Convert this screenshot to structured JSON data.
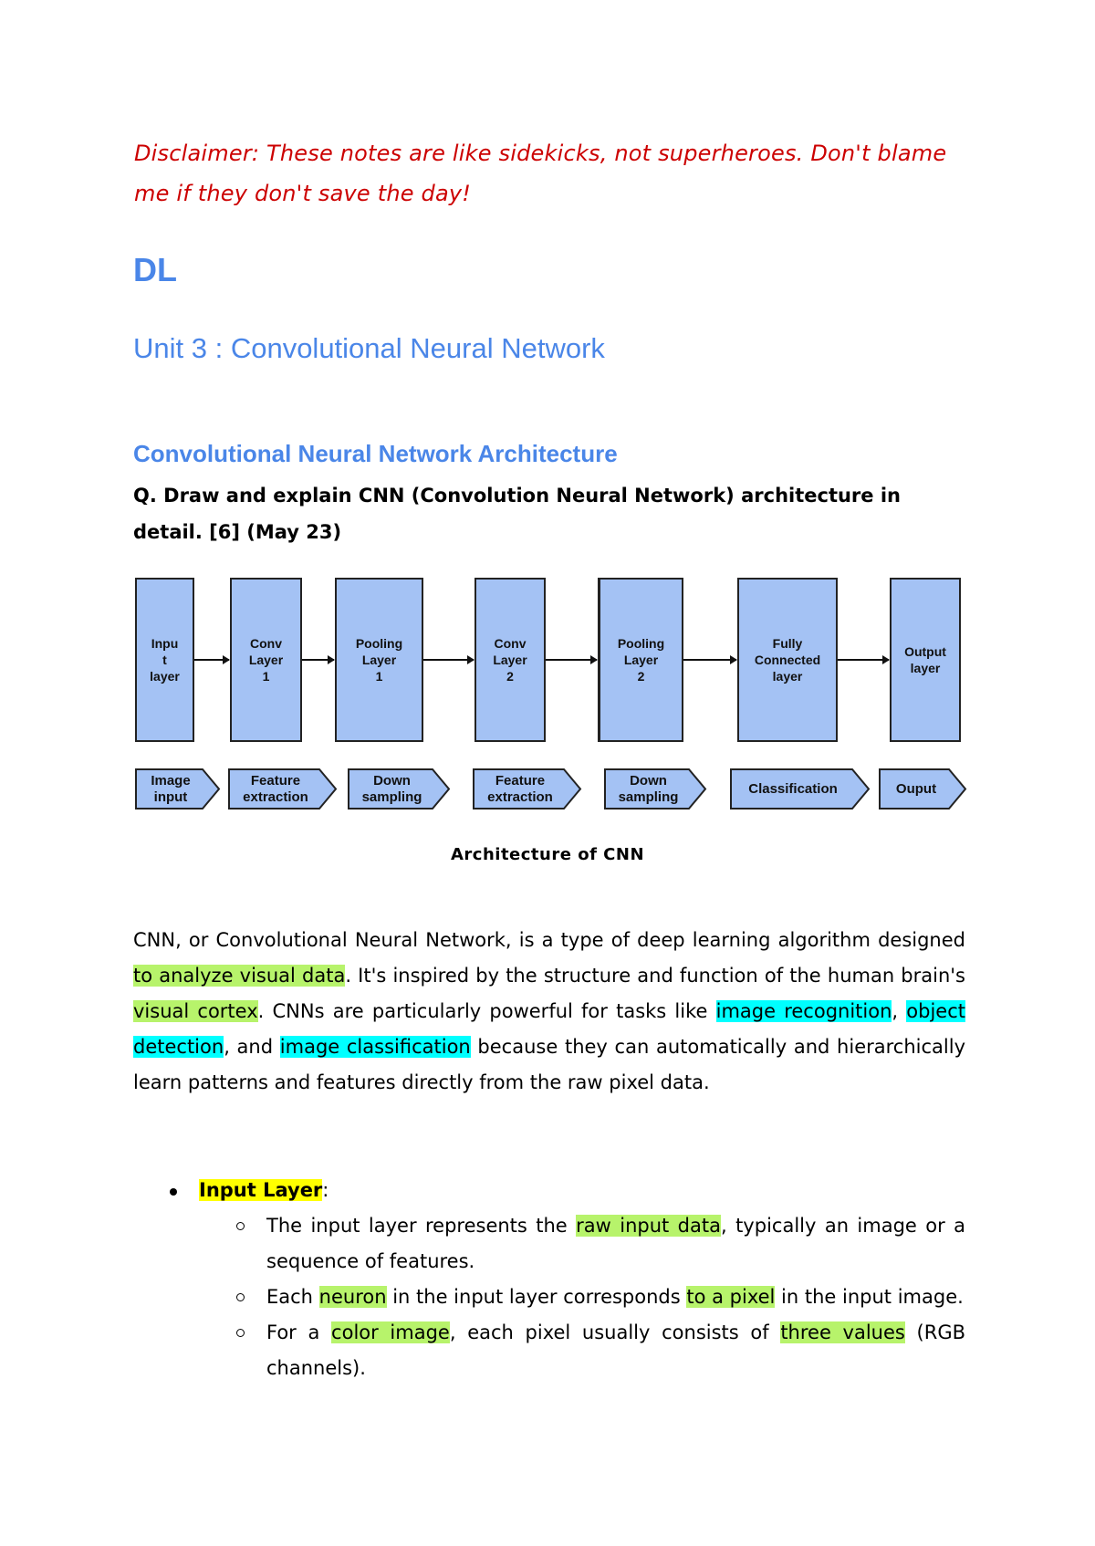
{
  "disclaimer": "Disclaimer: These notes are like sidekicks, not superheroes. Don't blame me if they don't save the day!",
  "title": "DL",
  "unit_heading": "Unit 3 : Convolutional Neural Network",
  "section_heading": "Convolutional Neural Network Architecture",
  "question": "Q. Draw and explain CNN (Convolution Neural Network) architecture in detail. [6] (May 23)",
  "diagram": {
    "layers": [
      {
        "label": "Inpu\nt\nlayer"
      },
      {
        "label": "Conv\nLayer\n1"
      },
      {
        "label": "Pooling\nLayer\n1"
      },
      {
        "label": "Conv\nLayer\n2"
      },
      {
        "label": "Pooling\nLayer\n2"
      },
      {
        "label": "Fully\nConnected\nlayer"
      },
      {
        "label": "Output\nlayer"
      }
    ],
    "stages": [
      {
        "label": "Image\ninput"
      },
      {
        "label": "Feature\nextraction"
      },
      {
        "label": "Down\nsampling"
      },
      {
        "label": "Feature\nextraction"
      },
      {
        "label": "Down\nsampling"
      },
      {
        "label": "Classification"
      },
      {
        "label": "Ouput"
      }
    ],
    "caption": "Architecture of CNN",
    "colors": {
      "box_fill": "#a4c2f4",
      "border": "#222222"
    }
  },
  "paragraph": {
    "p1": "CNN, or Convolutional Neural Network, is a type of deep learning algorithm designed ",
    "h1": "to analyze visual data",
    "p2": ". It's inspired by the structure and function of the human brain's ",
    "h2": "visual cortex",
    "p3": ". CNNs are particularly powerful for tasks like ",
    "h3": "image recognition",
    "p4": ", ",
    "h4": "object detection",
    "p5": ", and ",
    "h5": "image classification",
    "p6": " because they can automatically and hierarchically learn patterns and features directly from the raw pixel data."
  },
  "bullets": {
    "input_layer": {
      "heading": "Input Layer",
      "colon": ":",
      "items": [
        {
          "t1": "The input layer represents the ",
          "h1": "raw input data",
          "t2": ", typically an image or a sequence of features."
        },
        {
          "t1": "Each ",
          "h1": "neuron",
          "t2": " in the input layer corresponds ",
          "h2": "to a pixel",
          "t3": " in the input image."
        },
        {
          "t1": "For a ",
          "h1": "color image",
          "t2": ", each pixel usually consists of ",
          "h2": "three values",
          "t3": " (RGB channels)."
        }
      ]
    }
  },
  "colors": {
    "heading_blue": "#4a86e8",
    "disclaimer_red": "#cc0000",
    "highlight_green": "#b7f36b",
    "highlight_cyan": "#00ffff",
    "highlight_yellow": "#ffff00"
  }
}
